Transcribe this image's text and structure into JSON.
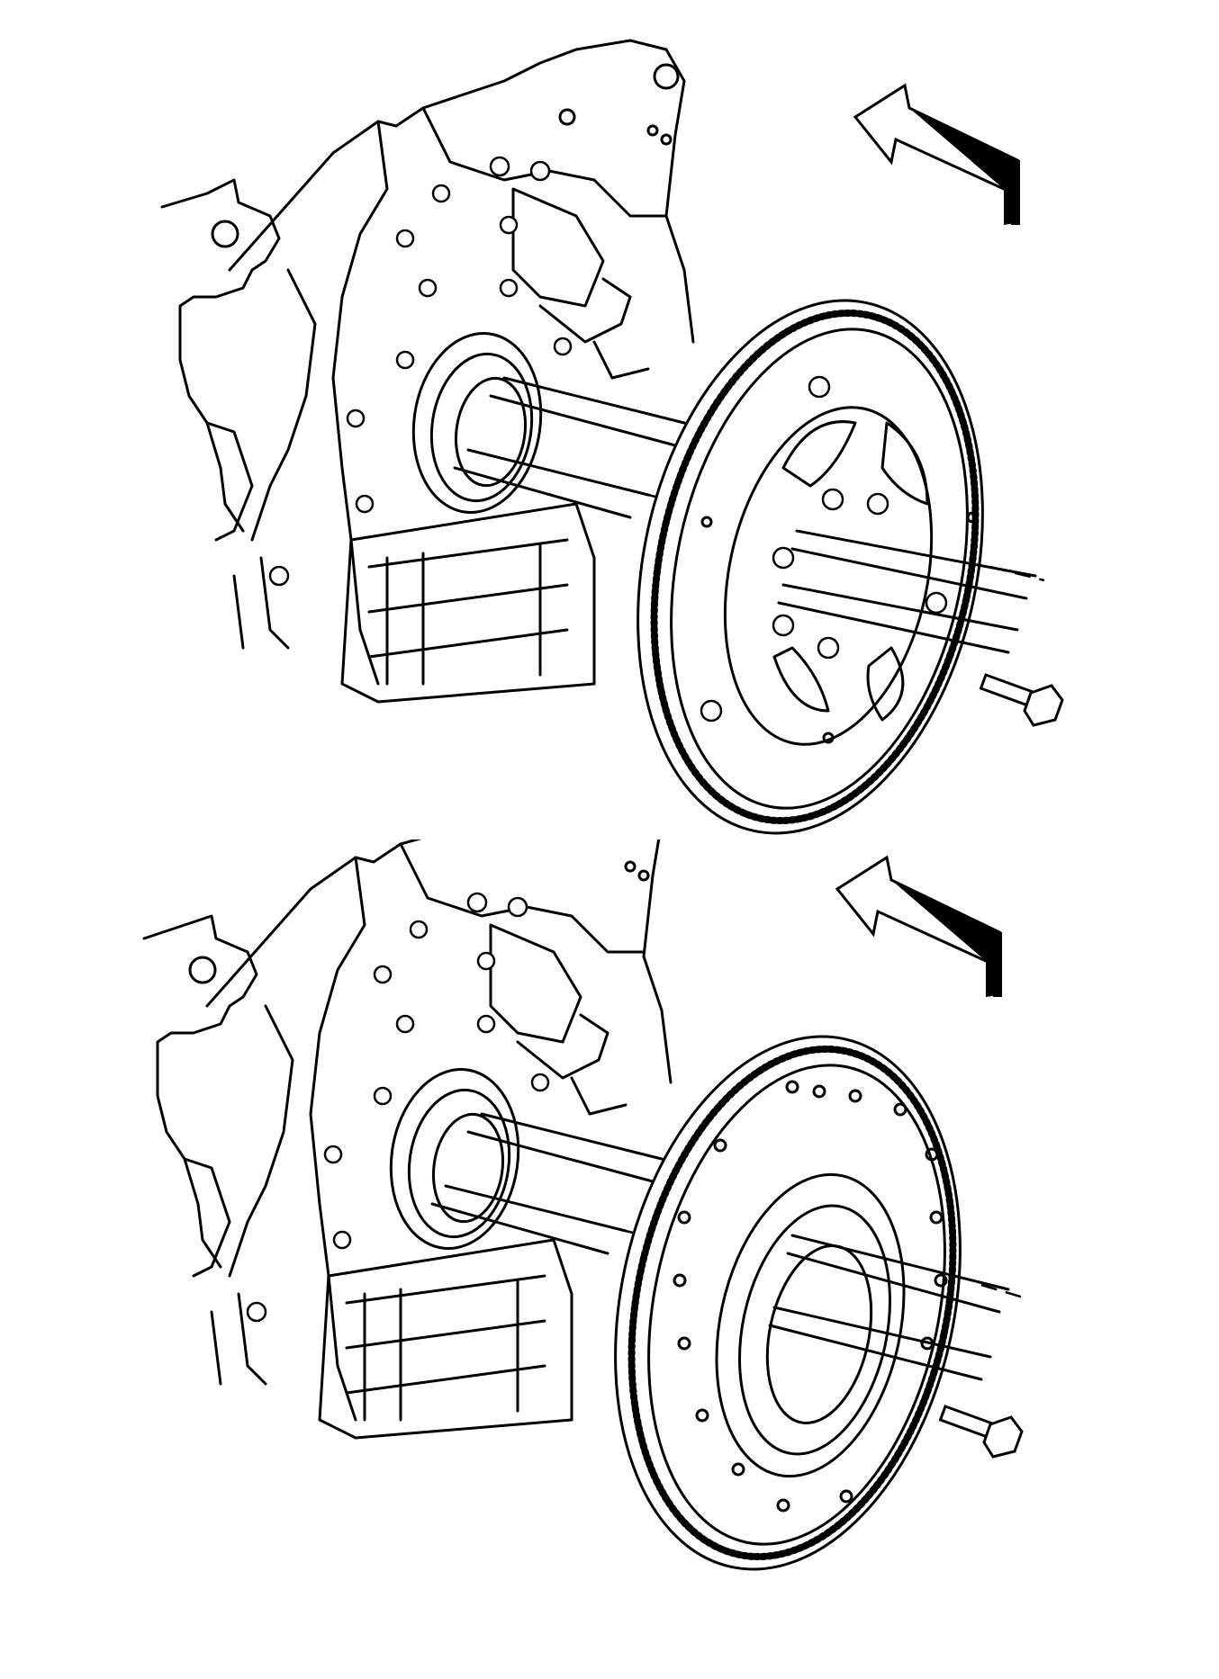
{
  "diagram": {
    "panels": [
      {
        "id": "flexplate-with-bolt-pattern",
        "flywheel_face": "spoked"
      },
      {
        "id": "flywheel-solid-face",
        "flywheel_face": "solid"
      }
    ],
    "colors": {
      "ink": "#000000",
      "background": "#ffffff"
    },
    "icons": [
      "direction-arrow-icon",
      "bolt-icon",
      "engine-block-icon",
      "flywheel-icon",
      "ring-gear-icon",
      "guide-pin-icon"
    ]
  }
}
